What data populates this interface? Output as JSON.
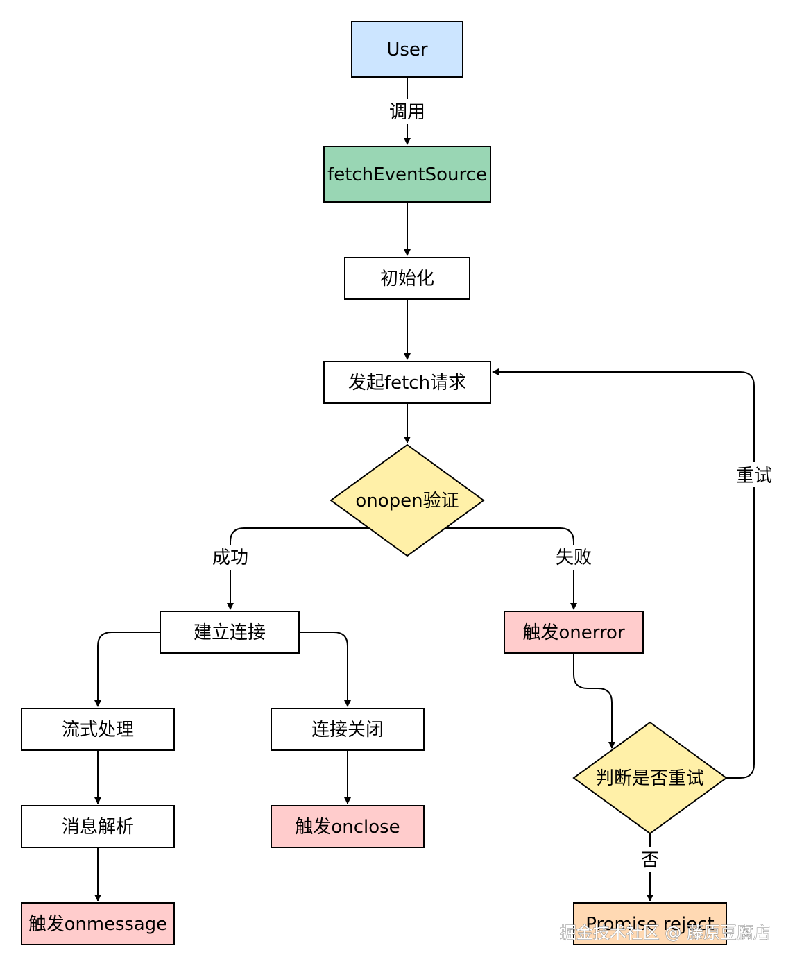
{
  "nodes": {
    "user": {
      "label": "User",
      "fill": "#cce5ff"
    },
    "fetch_event_source": {
      "label": "fetchEventSource",
      "fill": "#99d6b4"
    },
    "init": {
      "label": "初始化",
      "fill": "#ffffff"
    },
    "fetch_request": {
      "label": "发起fetch请求",
      "fill": "#ffffff"
    },
    "onopen_check": {
      "label": "onopen验证",
      "fill": "#fff0a8"
    },
    "establish": {
      "label": "建立连接",
      "fill": "#ffffff"
    },
    "trigger_onerror": {
      "label": "触发onerror",
      "fill": "#ffcccc"
    },
    "stream": {
      "label": "流式处理",
      "fill": "#ffffff"
    },
    "close": {
      "label": "连接关闭",
      "fill": "#ffffff"
    },
    "retry_check": {
      "label": "判断是否重试",
      "fill": "#fff0a8"
    },
    "parse": {
      "label": "消息解析",
      "fill": "#ffffff"
    },
    "trigger_onclose": {
      "label": "触发onclose",
      "fill": "#ffcccc"
    },
    "trigger_onmessage": {
      "label": "触发onmessage",
      "fill": "#ffcccc"
    },
    "promise_reject": {
      "label": "Promise reject",
      "fill": "#ffd9b3"
    }
  },
  "edge_labels": {
    "call": "调用",
    "success": "成功",
    "fail": "失败",
    "retry": "重试",
    "no": "否"
  },
  "watermark": "掘金技术社区 @ 藤原豆腐店"
}
